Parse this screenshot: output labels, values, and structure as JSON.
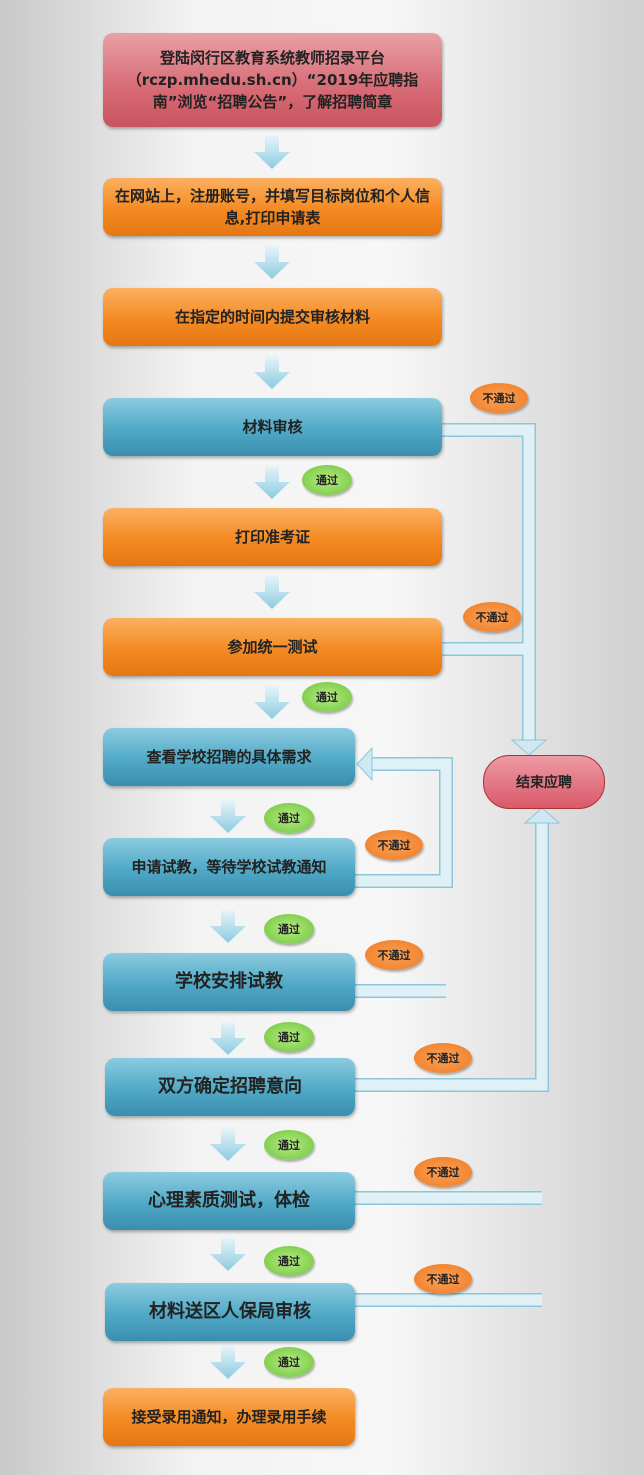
{
  "steps": [
    "登陆闵行区教育系统教师招录平台（rczp.mhedu.sh.cn）“2019年应聘指南”浏览“招聘公告”，了解招聘简章",
    "在网站上，注册账号，并填写目标岗位和个人信息,打印申请表",
    "在指定的时间内提交审核材料",
    "材料审核",
    "打印准考证",
    "参加统一测试",
    "查看学校招聘的具体需求",
    "申请试教，等待学校试教通知",
    "学校安排试教",
    "双方确定招聘意向",
    "心理素质测试，体检",
    "材料送区人保局审核",
    "接受录用通知，办理录用手续"
  ],
  "end_label": "结束应聘",
  "pass_label": "通过",
  "fail_label": "不通过",
  "colors": {
    "pink": "#d76a75",
    "orange": "#f48a22",
    "blue": "#4fa9c6",
    "pass": "#6cc33a",
    "fail": "#ee7a20"
  }
}
